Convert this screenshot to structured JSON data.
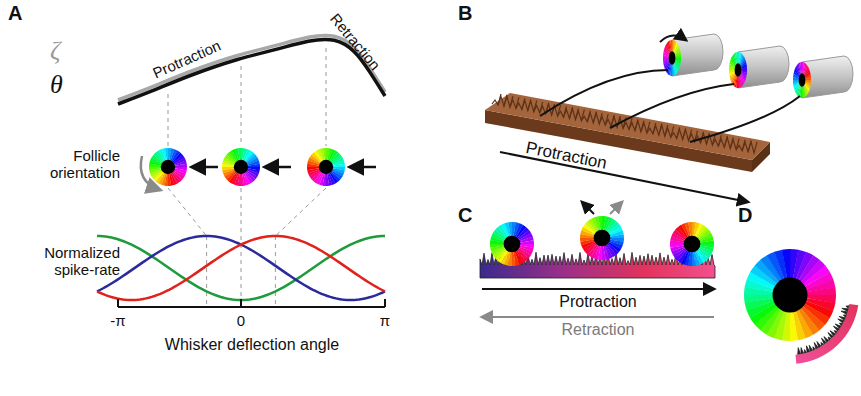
{
  "diagram": {
    "labels": [
      "A",
      "ζ",
      "θ",
      "Protraction",
      "Retraction",
      "Follicle orientation",
      "Normalized spike-rate",
      "-π",
      "0",
      "π",
      "Whisker deflection angle",
      "B",
      "Protraction",
      "C",
      "Protraction",
      "Retraction",
      "D"
    ]
  }
}
